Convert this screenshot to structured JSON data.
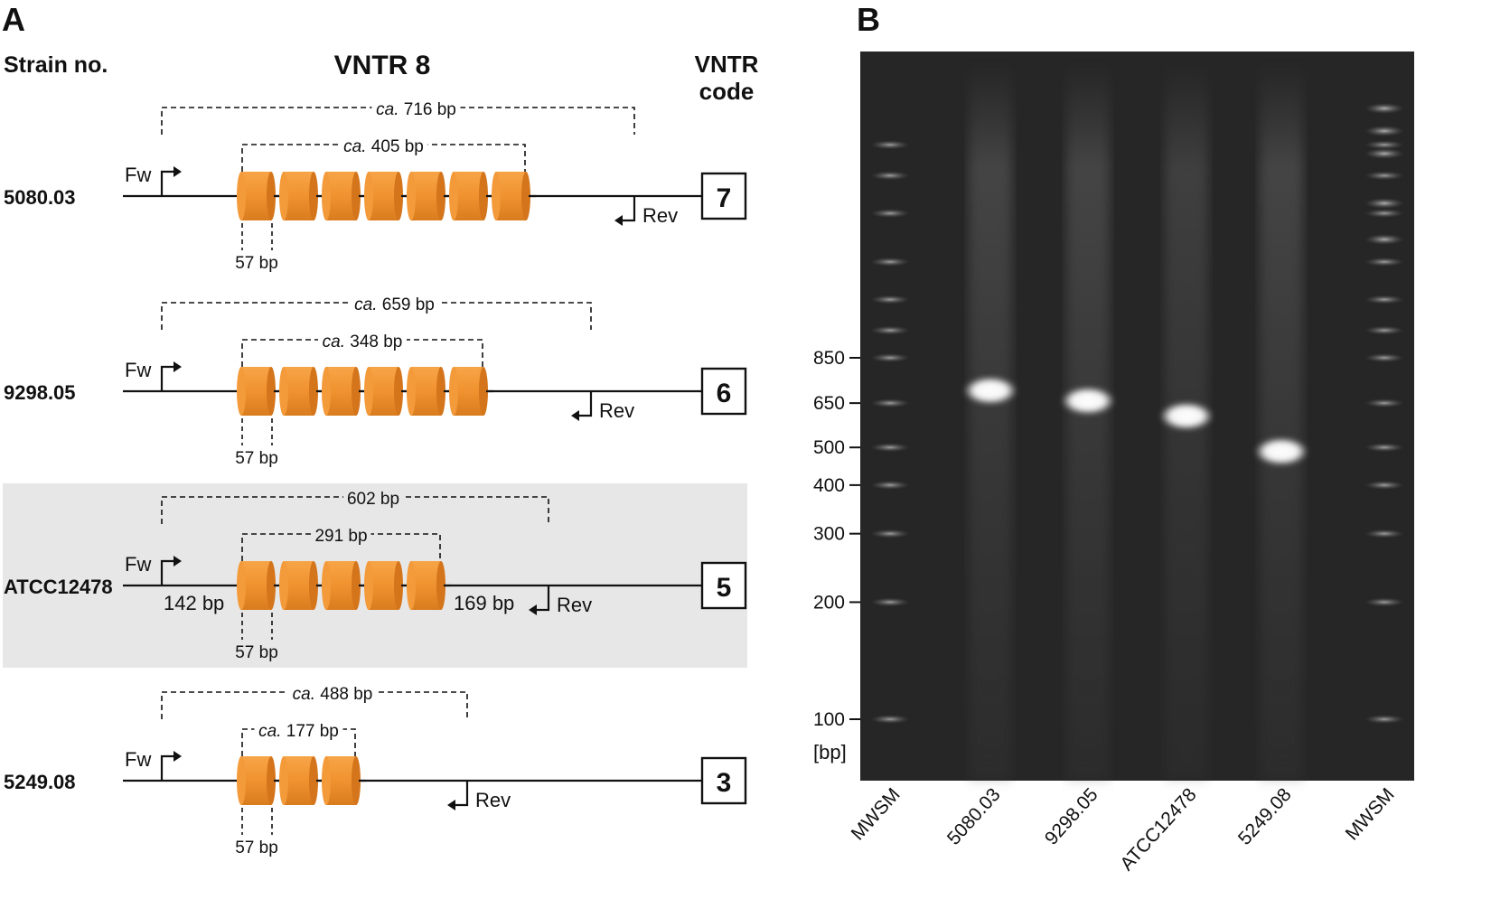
{
  "panel_a": {
    "label": "A",
    "header_strain": "Strain no.",
    "header_title": "VNTR 8",
    "header_code_line1": "VNTR",
    "header_code_line2": "code",
    "fw_label": "Fw",
    "rev_label": "Rev",
    "repeat_unit_label": "57 bp",
    "ca_prefix": "ca.",
    "rows": [
      {
        "strain": "5080.03",
        "repeats": 7,
        "code": "7",
        "amplicon": "716 bp",
        "repeat_span": "405 bp",
        "ca": true,
        "highlight": false,
        "flank_left": "",
        "flank_right": ""
      },
      {
        "strain": "9298.05",
        "repeats": 6,
        "code": "6",
        "amplicon": "659 bp",
        "repeat_span": "348 bp",
        "ca": true,
        "highlight": false,
        "flank_left": "",
        "flank_right": ""
      },
      {
        "strain": "ATCC12478",
        "repeats": 5,
        "code": "5",
        "amplicon": "602 bp",
        "repeat_span": "291 bp",
        "ca": false,
        "highlight": true,
        "flank_left": "142 bp",
        "flank_right": "169 bp"
      },
      {
        "strain": "5249.08",
        "repeats": 3,
        "code": "3",
        "amplicon": "488 bp",
        "repeat_span": "177 bp",
        "ca": true,
        "highlight": false,
        "flank_left": "",
        "flank_right": ""
      }
    ],
    "colors": {
      "repeat_fill": "#f0922f",
      "repeat_dark": "#d4751c",
      "highlight_bg": "#e8e7e7"
    }
  },
  "panel_b": {
    "label": "B",
    "unit": "[bp]",
    "ladder_ticks": [
      "850",
      "650",
      "500",
      "400",
      "300",
      "200",
      "100"
    ],
    "lanes": [
      "MWSM",
      "5080.03",
      "9298.05",
      "ATCC12478",
      "5249.08",
      "MWSM"
    ],
    "band_sizes": [
      {
        "lane": "5080.03",
        "bp": 700
      },
      {
        "lane": "9298.05",
        "bp": 659
      },
      {
        "lane": "ATCC12478",
        "bp": 602
      },
      {
        "lane": "5249.08",
        "bp": 488
      }
    ]
  }
}
